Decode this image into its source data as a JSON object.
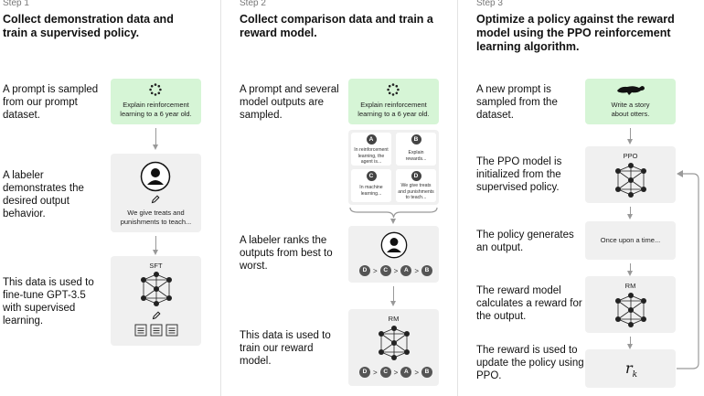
{
  "steps": [
    {
      "label": "Step 1",
      "title": "Collect demonstration data and train a supervised policy.",
      "descriptions": [
        "A prompt is sampled from our prompt dataset.",
        "A labeler demonstrates the desired output behavior.",
        "This data is used to fine-tune GPT-3.5 with supervised learning."
      ],
      "prompt_box": "Explain reinforcement learning to a 6 year old.",
      "labeler_box": "We give treats and punishments to teach...",
      "model_label": "SFT"
    },
    {
      "label": "Step 2",
      "title": "Collect comparison data and train a reward model.",
      "descriptions": [
        "A prompt and several model outputs are sampled.",
        "A labeler ranks the outputs from best to worst.",
        "This data is used to train our reward model."
      ],
      "prompt_box": "Explain reinforcement learning to a 6 year old.",
      "outputs": [
        {
          "letter": "A",
          "text": "In reinforcement learning, the agent is..."
        },
        {
          "letter": "B",
          "text": "Explain rewards..."
        },
        {
          "letter": "C",
          "text": "In machine learning..."
        },
        {
          "letter": "D",
          "text": "We give treats and punishments to teach..."
        }
      ],
      "ranking": [
        "D",
        ">",
        "C",
        ">",
        "A",
        ">",
        "B"
      ],
      "model_label": "RM"
    },
    {
      "label": "Step 3",
      "title": "Optimize a policy against the reward model using the PPO reinforcement learning algorithm.",
      "descriptions": [
        "A new prompt is sampled from the dataset.",
        "The PPO model is initialized from the supervised policy.",
        "The policy generates an output.",
        "The reward model calculates a reward for the output.",
        "The reward is used to update the policy using PPO."
      ],
      "prompt_box": "Write a story about otters.",
      "policy_label": "PPO",
      "output_box": "Once upon a time...",
      "reward_label": "RM",
      "reward_symbol": "r",
      "reward_subscript": "k"
    }
  ],
  "colors": {
    "prompt_bg": "#d6f5d6",
    "box_bg": "#f0f0f0",
    "arrow": "#999999"
  }
}
